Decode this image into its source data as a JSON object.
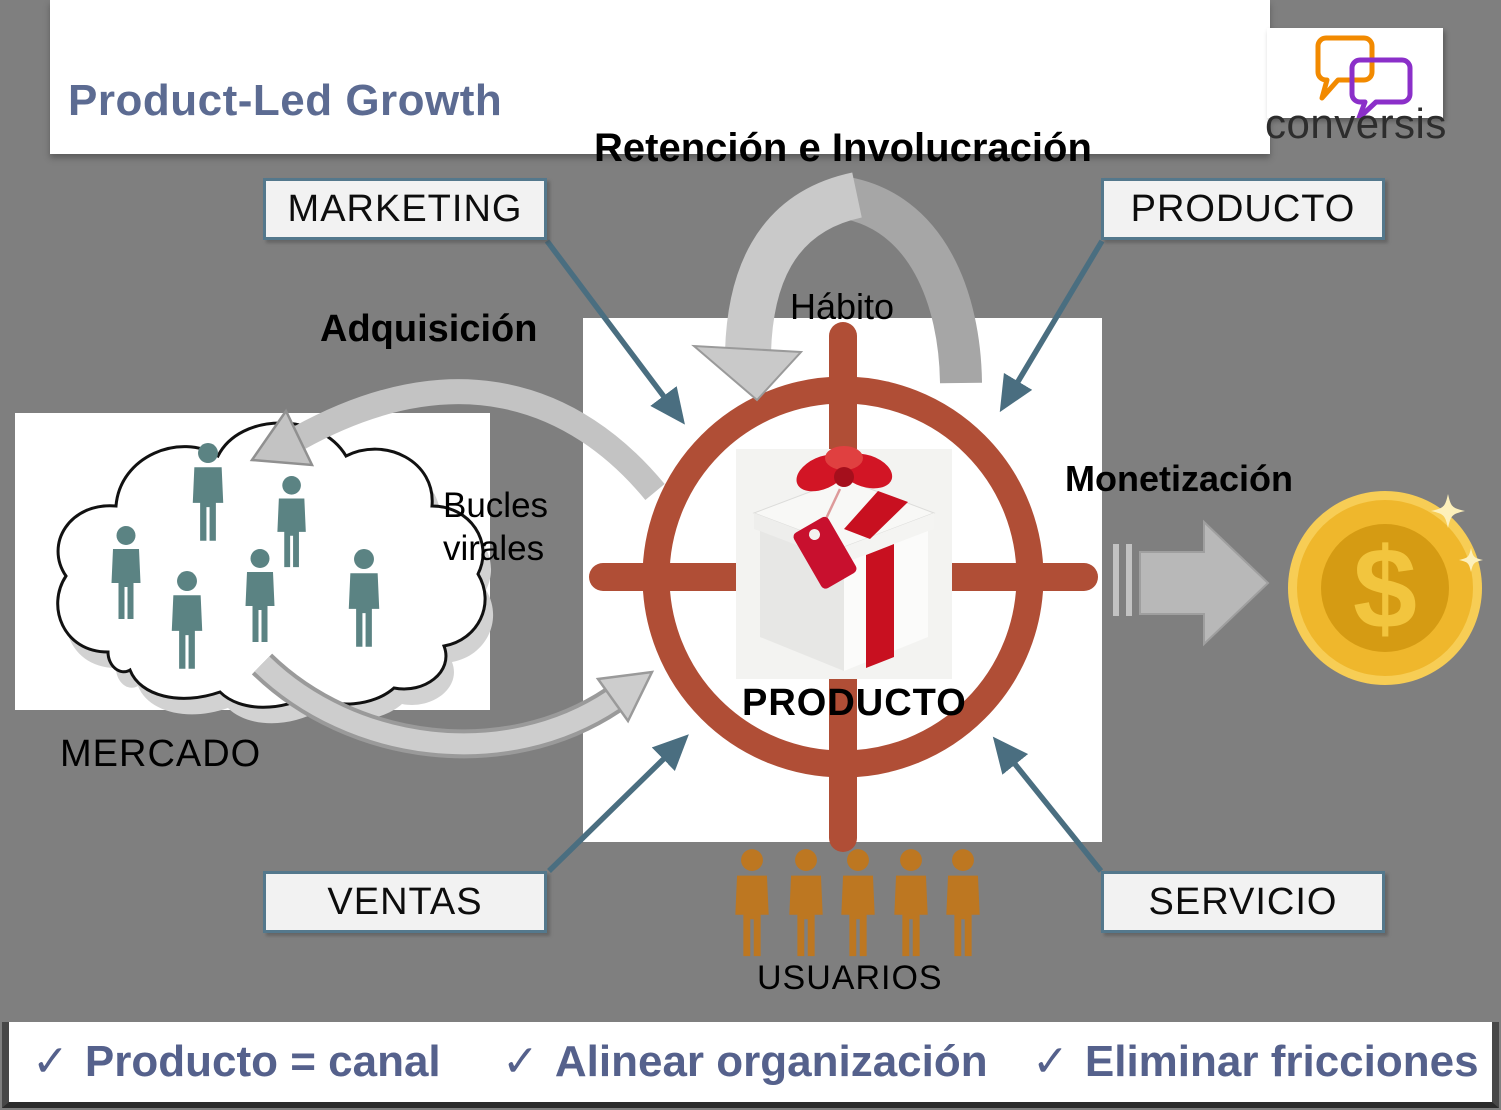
{
  "header": {
    "title": "Product-Led Growth",
    "logo_text": "conversis"
  },
  "boxes": {
    "marketing": "MARKETING",
    "product": "PRODUCTO",
    "sales": "VENTAS",
    "service": "SERVICIO"
  },
  "diagram": {
    "retention": "Retención e Involucración",
    "habit": "Hábito",
    "acquisition": "Adquisición",
    "viral_loops": "Bucles\nvirales",
    "monetization": "Monetización",
    "market": "MERCADO",
    "users": "USUARIOS",
    "product_center": "PRODUCTO",
    "coin_symbol": "$"
  },
  "footer": {
    "items": [
      {
        "check": "✓",
        "label": "Producto = canal"
      },
      {
        "check": "✓",
        "label": "Alinear organización"
      },
      {
        "check": "✓",
        "label": "Eliminar fricciones"
      }
    ]
  },
  "colors": {
    "background": "#7f7f7f",
    "accent_red": "#b04e36",
    "steel_blue": "#4a6e80",
    "slate_text": "#55618c",
    "users_orange": "#bd7721",
    "market_teal": "#5b8383",
    "coin_gold": "#efb72c",
    "logo_orange": "#f28a00",
    "logo_purple": "#8b2fc9"
  }
}
